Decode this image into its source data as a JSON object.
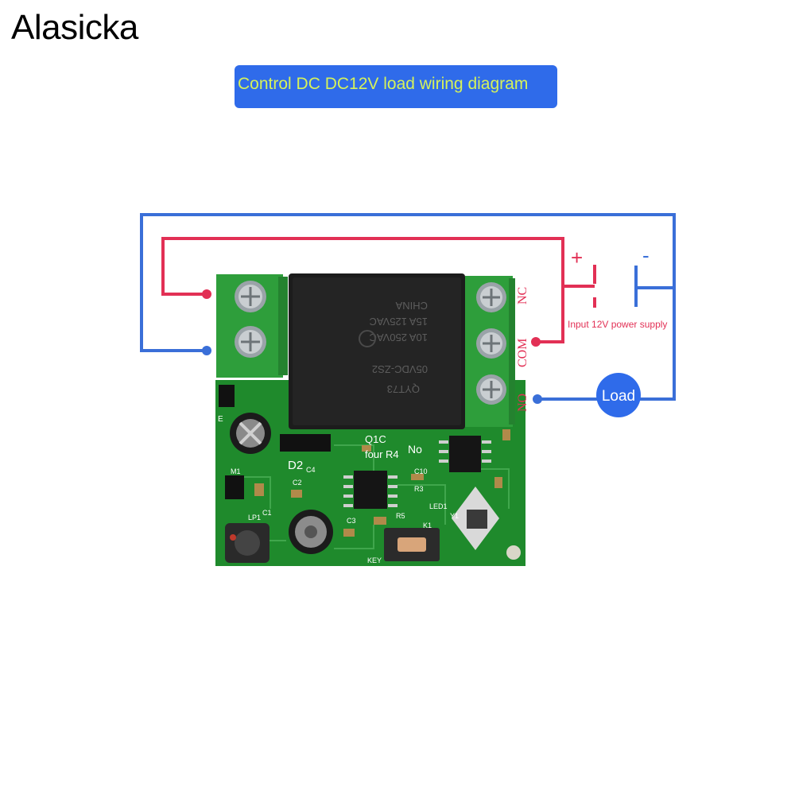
{
  "brand": {
    "name": "Alasicka"
  },
  "banner": {
    "title": "Control DC DC12V load wiring diagram"
  },
  "power_supply": {
    "plus": "+",
    "minus": "-",
    "label": "Input 12V power supply"
  },
  "relay_terminals": [
    "NC",
    "COM",
    "NO"
  ],
  "load": {
    "label": "Load"
  },
  "board_labels": {
    "d2": "D2",
    "q1c": "Q1C",
    "four_r4": "four R4",
    "no": "No",
    "r3": "R3",
    "r5": "R5",
    "k1": "K1",
    "key": "KEY",
    "c1": "C1",
    "c2": "C2",
    "c3": "C3",
    "c4": "C4",
    "c10": "C10",
    "m1": "M1",
    "lp1": "LP1",
    "led1": "LED1",
    "y1": "Y1",
    "e": "E"
  },
  "relay_text": {
    "line1": "QYT73",
    "line2": "05VDC-ZS2",
    "line3": "10A 250VAC",
    "line4": "15A 125VAC",
    "line5": "CHINA"
  },
  "colors": {
    "positive_wire": "#e23055",
    "negative_wire": "#3a6fd8",
    "banner": "#2f6bea",
    "banner_text": "#d6f25a",
    "pcb": "#1f8a2c",
    "terminal": "#2e9e3b",
    "relay": "#1c1c1c",
    "load_circle": "#2f6bea"
  }
}
